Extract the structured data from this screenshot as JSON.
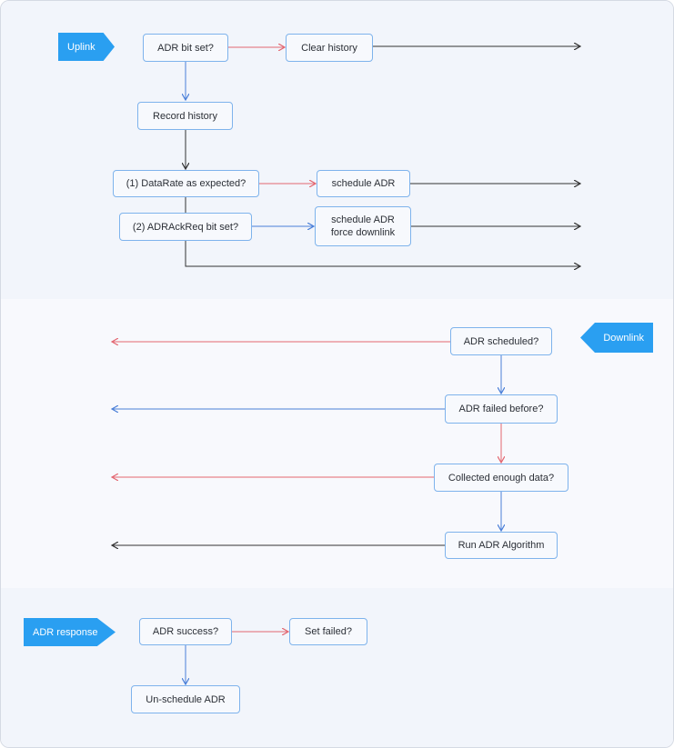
{
  "uplink": {
    "tag": "Uplink",
    "nodes": {
      "adr_bit_set": "ADR bit set?",
      "clear_history": "Clear history",
      "record_history": "Record history",
      "datarate_expected": "(1) DataRate as expected?",
      "schedule_adr": "schedule ADR",
      "adrackreq": "(2) ADRAckReq bit set?",
      "schedule_adr_force_line1": "schedule ADR",
      "schedule_adr_force_line2": "force downlink"
    }
  },
  "downlink": {
    "tag": "Downlink",
    "nodes": {
      "adr_scheduled": "ADR scheduled?",
      "adr_failed_before": "ADR failed before?",
      "collected_enough": "Collected enough data?",
      "run_adr": "Run ADR Algorithm"
    }
  },
  "response": {
    "tag": "ADR response",
    "nodes": {
      "adr_success": "ADR success?",
      "set_failed": "Set failed?",
      "unschedule_adr": "Un-schedule ADR"
    }
  },
  "colors": {
    "tag_fill": "#2a9ff1",
    "node_border": "#7eb3ec",
    "arrow_blue": "#4a7fd8",
    "arrow_red": "#e36670",
    "arrow_dark": "#333333"
  }
}
